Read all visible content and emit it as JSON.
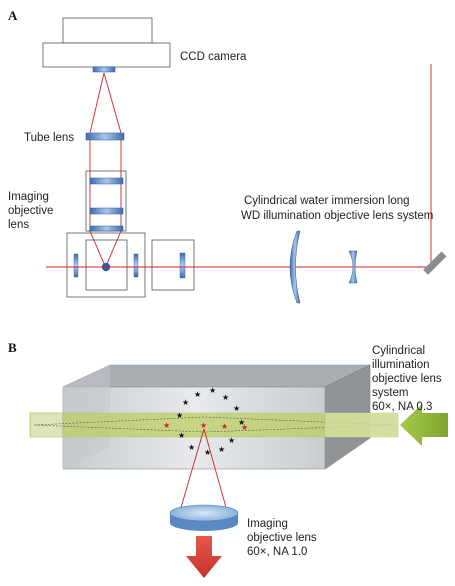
{
  "panel_a": {
    "letter": "A",
    "labels": {
      "ccd_camera": "CCD camera",
      "tube_lens": "Tube lens",
      "imaging_objective": [
        "Imaging",
        "objective",
        "lens"
      ],
      "illumination_system": [
        "Cylindrical water immersion long",
        "WD illumination objective lens system"
      ]
    }
  },
  "panel_b": {
    "letter": "B",
    "labels": {
      "cylindrical_objective": [
        "Cylindrical",
        "illumination",
        "objective lens",
        "system",
        "60×, NA 0.3"
      ],
      "imaging_objective": [
        "Imaging",
        "objective lens",
        "60×, NA 1.0"
      ]
    }
  },
  "colors": {
    "laser_red": "#cc2229",
    "lens_blue": "#4f7fbf",
    "sheet_green": "#a9c23f",
    "arrow_green": "#8db43a",
    "arrow_red": "#d7443c",
    "box_grey": "#b9bec3"
  }
}
